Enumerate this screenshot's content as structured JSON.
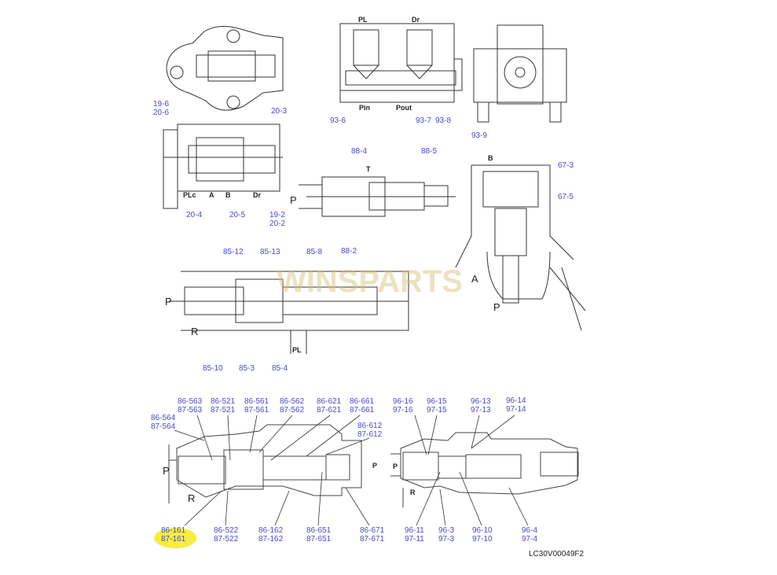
{
  "drawing_code": "LC30V00049F2",
  "watermark": "WINSPARTS",
  "highlight_color": "#f5ee3a",
  "label_color": "#4a4ac8",
  "highlighted_label": "87-161",
  "views": {
    "top_left": {
      "labels": [
        "19-6",
        "20-6",
        "20-3",
        "20-4",
        "20-5",
        "19-2",
        "20-2"
      ],
      "ports": [
        "PLc",
        "A",
        "B",
        "Dr"
      ]
    },
    "top_middle": {
      "labels": [
        "93-6",
        "93-7",
        "93-8"
      ],
      "ports": [
        "PL",
        "Dr",
        "Pin",
        "Pout"
      ]
    },
    "top_right": {
      "labels": [
        "93-9"
      ]
    },
    "mid_center": {
      "labels": [
        "88-4",
        "88-5",
        "88-2"
      ],
      "ports": [
        "T",
        "P"
      ]
    },
    "mid_right": {
      "labels": [
        "67-3",
        "67-5"
      ],
      "ports": [
        "B",
        "A",
        "P"
      ]
    },
    "mid_left": {
      "labels": [
        "85-12",
        "85-13",
        "85-8",
        "85-10",
        "85-3",
        "85-4"
      ],
      "ports": [
        "P",
        "R",
        "PL"
      ]
    },
    "bottom_left": {
      "top_labels": [
        [
          "86-563",
          "87-563"
        ],
        [
          "86-521",
          "87-521"
        ],
        [
          "86-561",
          "87-561"
        ],
        [
          "86-562",
          "87-562"
        ],
        [
          "86-621",
          "87-621"
        ],
        [
          "86-661",
          "87-661"
        ]
      ],
      "side_labels": [
        [
          "86-564",
          "87-564"
        ],
        [
          "86-612",
          "87-612"
        ]
      ],
      "bottom_labels": [
        [
          "86-161",
          "87-161"
        ],
        [
          "86-522",
          "87-522"
        ],
        [
          "86-162",
          "87-162"
        ],
        [
          "86-651",
          "87-651"
        ],
        [
          "86-671",
          "87-671"
        ]
      ],
      "ports": [
        "P",
        "R",
        "P"
      ]
    },
    "bottom_right": {
      "top_labels": [
        [
          "96-16",
          "97-16"
        ],
        [
          "96-15",
          "97-15"
        ],
        [
          "96-13",
          "97-13"
        ],
        [
          "96-14",
          "97-14"
        ]
      ],
      "bottom_labels": [
        [
          "96-11",
          "97-11"
        ],
        [
          "96-3",
          "97-3"
        ],
        [
          "96-10",
          "97-10"
        ],
        [
          "96-4",
          "97-4"
        ]
      ],
      "ports": [
        "P",
        "R"
      ]
    }
  }
}
